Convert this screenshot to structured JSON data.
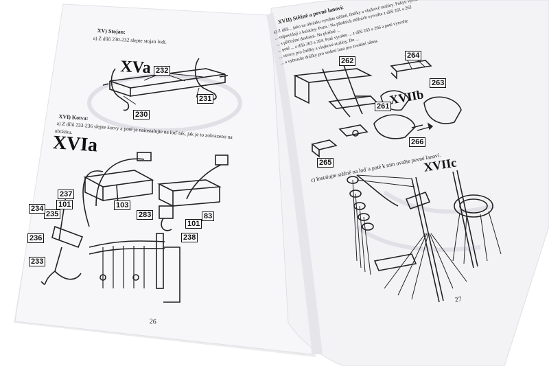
{
  "left_page": {
    "section_xv_title": "XV) Stojan:",
    "section_xv_text": "a) Z dílů 230-232 slepte stojan lodí.",
    "figure_xva": "XVa",
    "section_xvi_title": "XVI) Kotva:",
    "section_xvi_text_1": "a) Z dílů 233-236 slepte kotvy a poté je nainstalujte na loď tak, jak je to zobrazeno na",
    "section_xvi_text_2": "obrázku.",
    "figure_xvia": "XVIa",
    "page_number": "26",
    "part_numbers": {
      "p232": "232",
      "p231": "231",
      "p230": "230",
      "p237": "237",
      "p101a": "101",
      "p235": "235",
      "p234": "234",
      "p236": "236",
      "p233": "233",
      "p103": "103",
      "p283": "283",
      "p101b": "101",
      "p238": "238",
      "p83": "83"
    }
  },
  "right_page": {
    "section_xvii_title": "XVII) Stěžně a pevné lanoví:",
    "section_xvii_lines": [
      "a) Z dílů... jako na obrázku vyrobte stěžně, čnělky a vlajkové stožáry. Pokyn vyrobené",
      "... odpovídají z kulatiny. Pozn.: Na předních stěžních vytvořte z dílů 261 a 262",
      "... s příčnými deskami. Na plošině ...",
      "... poté ... z dílů 263 a 264. Poté vyrobte ... z dílů 265 a 266 a poté vytvořte",
      "... otvory pro čnělky a vlajkové stožáry. Do ...",
      "... a vybrusíte drážky pro vedení lana pro zvedání ráhna."
    ],
    "figure_xviib": "XVIIb",
    "section_xviic_text": "c) Instalujte stěžně na loď a poté k nim uvažte pevné lanoví.",
    "figure_xviic": "XVIIc",
    "page_number": "27",
    "part_numbers": {
      "p262": "262",
      "p264": "264",
      "p263": "263",
      "p261": "261",
      "p266": "266",
      "p265": "265"
    }
  }
}
